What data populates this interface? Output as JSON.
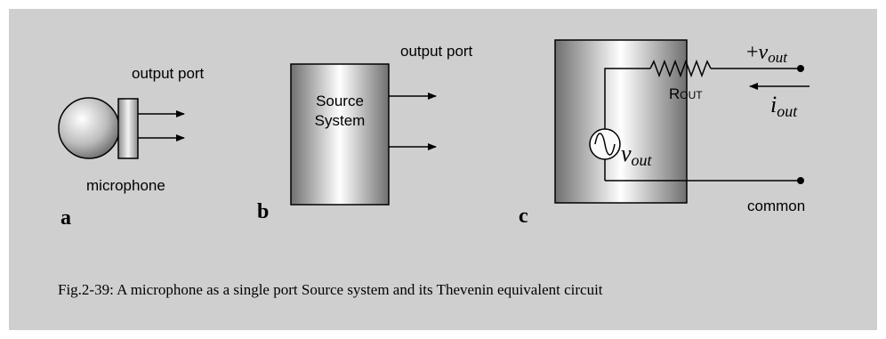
{
  "panel_a": {
    "port_label": "output port",
    "device_label": "microphone",
    "panel_letter": "a"
  },
  "panel_b": {
    "port_label": "output port",
    "box_line1": "Source",
    "box_line2": "System",
    "panel_letter": "b"
  },
  "panel_c": {
    "vout_plus_sign": "+",
    "vout_plus_main": "v",
    "vout_plus_sub": "out",
    "resistor_main": "R",
    "resistor_sub": "OUT",
    "iout_main": "i",
    "iout_sub": "out",
    "source_main": "v",
    "source_sub": "out",
    "common_label": "common",
    "panel_letter": "c"
  },
  "caption": "Fig.2-39: A microphone as a single port Source system and its Thevenin equivalent circuit",
  "colors": {
    "background": "#cfcfcf",
    "line": "#000000",
    "box_gradient_dark": "#6e6e6e",
    "box_gradient_light": "#ffffff"
  }
}
